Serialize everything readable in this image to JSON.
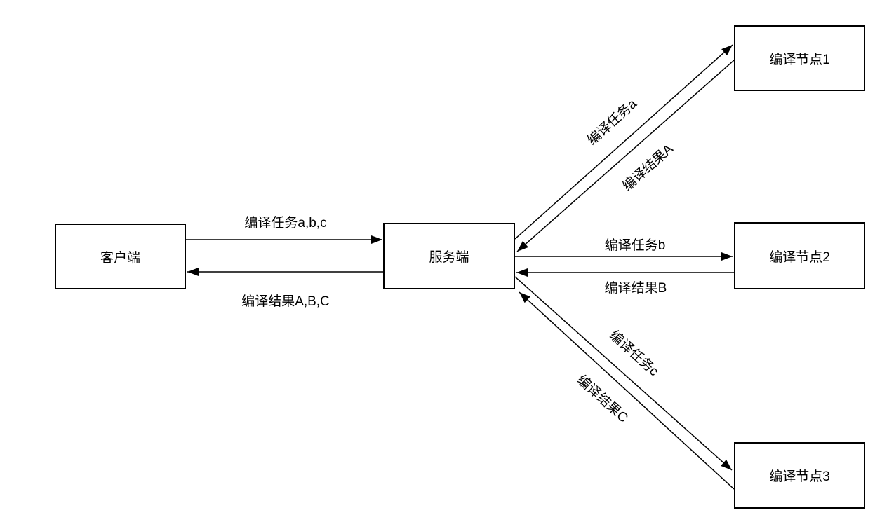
{
  "canvas": {
    "background": "#ffffff",
    "line_color": "#000000",
    "text_color": "#000000"
  },
  "nodes": {
    "client": {
      "label": "客户端"
    },
    "server": {
      "label": "服务端"
    },
    "node1": {
      "label": "编译节点1"
    },
    "node2": {
      "label": "编译节点2"
    },
    "node3": {
      "label": "编译节点3"
    }
  },
  "edges": {
    "task_abc": {
      "from": "客户端",
      "to": "服务端",
      "label": "编译任务a,b,c"
    },
    "result_abc": {
      "from": "服务端",
      "to": "客户端",
      "label": "编译结果A,B,C"
    },
    "task_a": {
      "from": "服务端",
      "to": "编译节点1",
      "label": "编译任务a"
    },
    "result_a": {
      "from": "编译节点1",
      "to": "服务端",
      "label": "编译结果A"
    },
    "task_b": {
      "from": "服务端",
      "to": "编译节点2",
      "label": "编译任务b"
    },
    "result_b": {
      "from": "编译节点2",
      "to": "服务端",
      "label": "编译结果B"
    },
    "task_c": {
      "from": "服务端",
      "to": "编译节点3",
      "label": "编译任务c"
    },
    "result_c": {
      "from": "编译节点3",
      "to": "服务端",
      "label": "编译结果C"
    }
  }
}
